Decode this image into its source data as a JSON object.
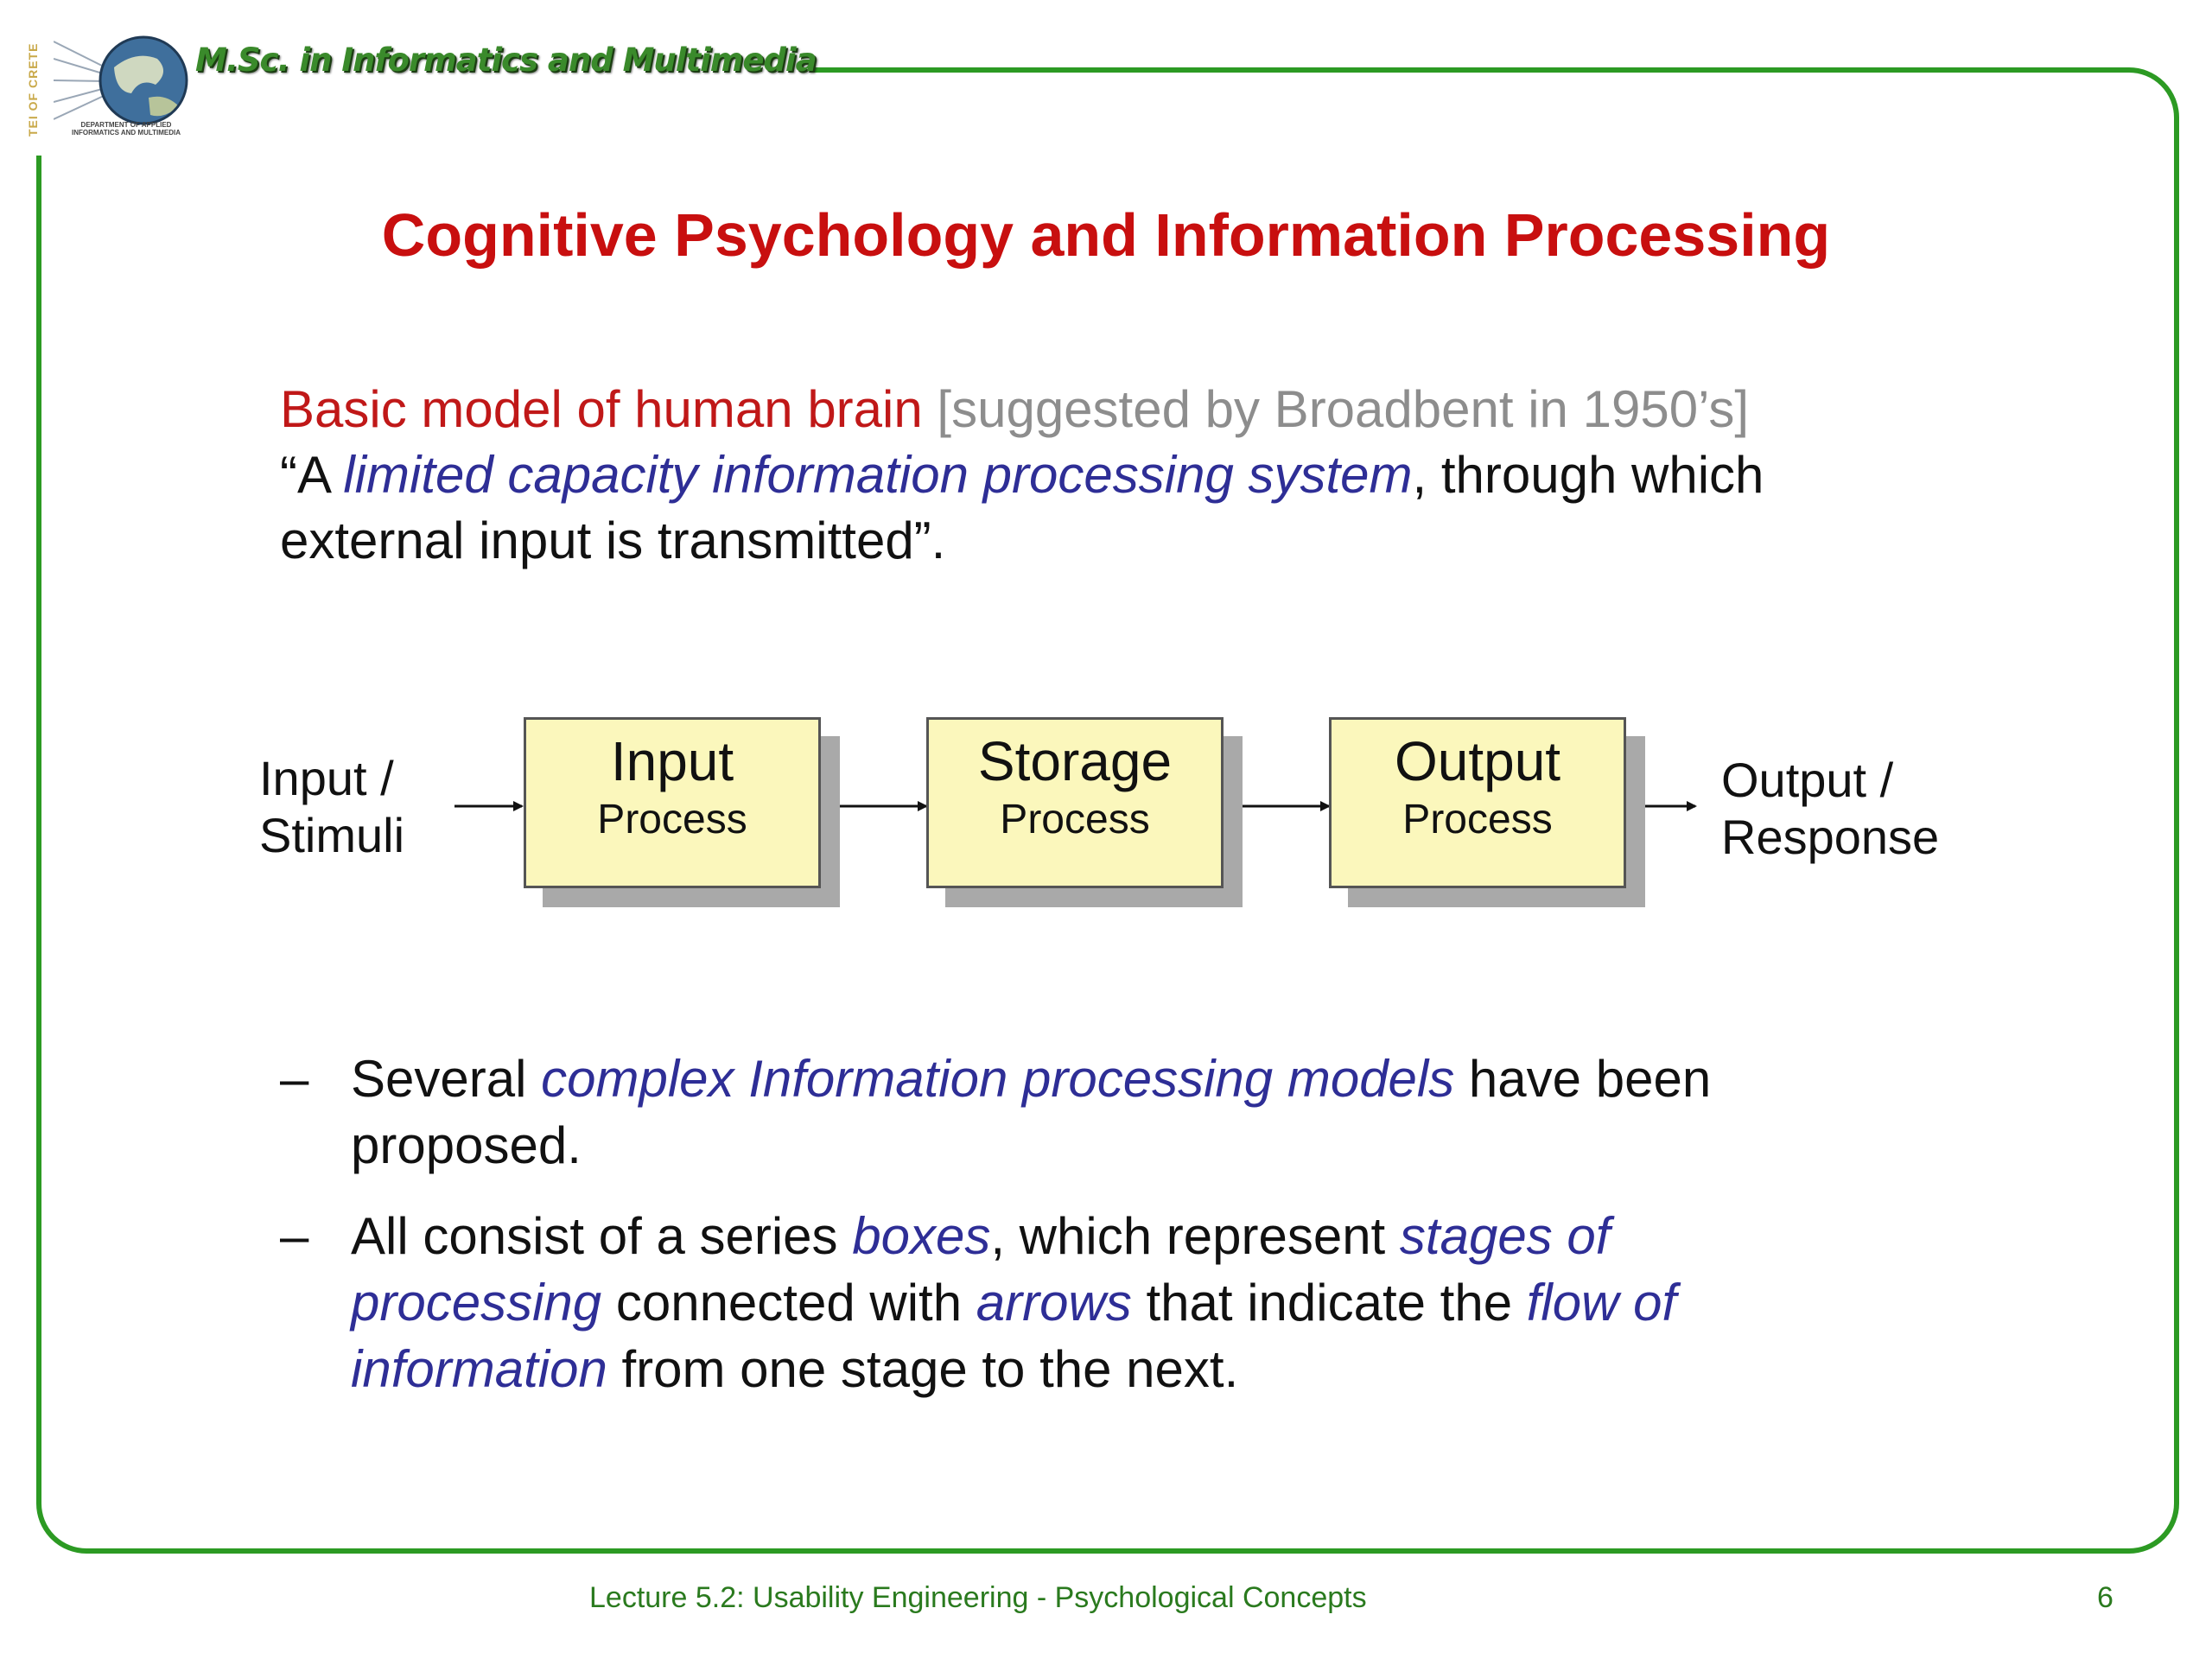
{
  "header": {
    "side_text": "TEI OF CRETE",
    "department": "DEPARTMENT OF APPLIED INFORMATICS AND MULTIMEDIA",
    "program_title": "M.Sc. in Informatics and Multimedia"
  },
  "slide": {
    "title": "Cognitive Psychology and Information Processing",
    "intro": {
      "heading": "Basic model of human brain",
      "attribution": "[suggested by Broadbent in 1950’s]",
      "quote_open": "“A ",
      "quote_emphasis": "limited capacity information processing system",
      "quote_rest": ", through which external input is transmitted”."
    },
    "diagram": {
      "input_label": [
        "Input /",
        "Stimuli"
      ],
      "boxes": [
        {
          "title": "Input",
          "subtitle": "Process"
        },
        {
          "title": "Storage",
          "subtitle": "Process"
        },
        {
          "title": "Output",
          "subtitle": "Process"
        }
      ],
      "output_label": [
        "Output /",
        "Response"
      ]
    },
    "bullets": [
      {
        "dash": "–",
        "parts": [
          {
            "t": "Several "
          },
          {
            "t": "complex Information processing models",
            "em": true
          },
          {
            "t": " have been proposed."
          }
        ]
      },
      {
        "dash": "–",
        "parts": [
          {
            "t": "All consist of a series "
          },
          {
            "t": "boxes",
            "em": true
          },
          {
            "t": ", which represent "
          },
          {
            "t": "stages of processing",
            "em": true
          },
          {
            "t": " connected with "
          },
          {
            "t": "arrows",
            "em": true
          },
          {
            "t": " that indicate the "
          },
          {
            "t": "flow of information",
            "em": true
          },
          {
            "t": " from one stage to the next."
          }
        ]
      }
    ]
  },
  "footer": {
    "lecture": "Lecture 5.2:  Usability Engineering - Psychological Concepts",
    "page": "6"
  },
  "colors": {
    "frame": "#2c9a23",
    "title": "#c80f0f",
    "emphasis": "#2e2e96",
    "box_fill": "#fbf7bc",
    "footer": "#2a7a1e"
  }
}
